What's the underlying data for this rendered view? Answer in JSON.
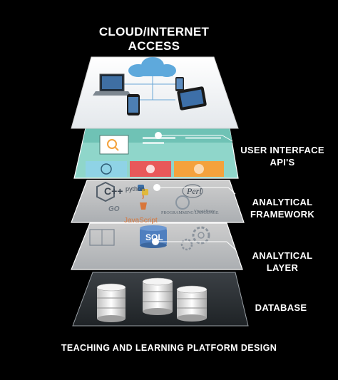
{
  "title": {
    "line1": "CLOUD/INTERNET",
    "line2": "ACCESS"
  },
  "layers": [
    {
      "id": "cloud",
      "label_lines": []
    },
    {
      "id": "ui-api",
      "label_lines": [
        "USER INTERFACE",
        "API'S"
      ]
    },
    {
      "id": "analytical-framework",
      "label_lines": [
        "ANALYTICAL",
        "FRAMEWORK"
      ]
    },
    {
      "id": "analytical-layer",
      "label_lines": [
        "ANALYTICAL",
        "LAYER"
      ]
    },
    {
      "id": "database",
      "label_lines": [
        "DATABASE"
      ]
    }
  ],
  "layer_texts": {
    "cpp": "C++",
    "python": "python",
    "perl": "Perl",
    "go": "GO",
    "javascript": "JavaScript",
    "programming_language": "PROGRAMMING LANGUAGE",
    "visual_basic": "Visual Basic",
    "sql": "SQL"
  },
  "footer": "TEACHING AND LEARNING PLATFORM DESIGN",
  "colors": {
    "background": "#000000",
    "connector": "#ffffff",
    "ui_teal": "#7fd0c4",
    "ui_orange": "#f4a23c",
    "ui_red": "#e8585a",
    "db_panel": "#2b2f33",
    "db_disk": "#e6e6e6"
  },
  "icons": [
    "cloud-icon",
    "laptop-icon",
    "phone-icon",
    "tablet-icon",
    "database-cylinder-icon",
    "gear-icon",
    "magnifier-icon"
  ]
}
